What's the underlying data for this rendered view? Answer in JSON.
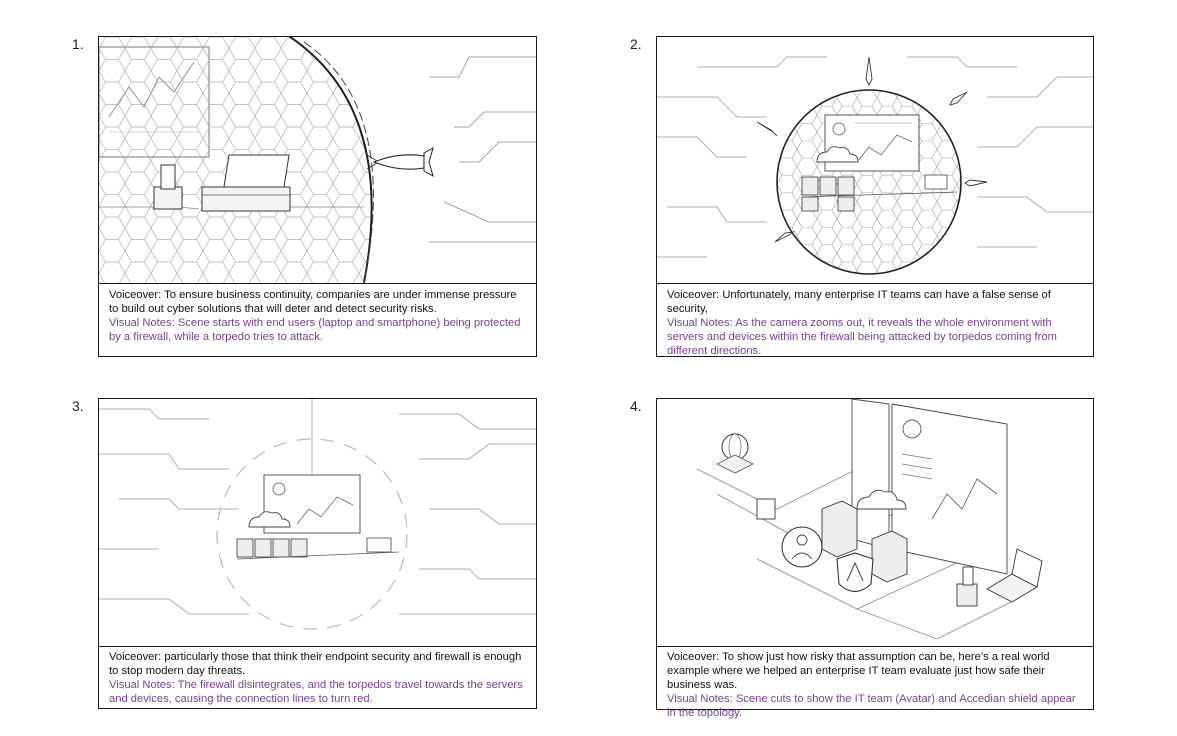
{
  "panels": [
    {
      "number": "1.",
      "voiceover": "Voiceover: To ensure business continuity, companies are under immense pressure to build out cyber solutions that will deter and detect security risks.",
      "visual_notes": "Visual Notes: Scene starts with end users (laptop and smartphone) being protected by a firewall, while a torpedo tries to attack."
    },
    {
      "number": "2.",
      "voiceover": "Voiceover: Unfortunately, many enterprise IT teams can have a false sense of security,",
      "visual_notes": "Visual Notes: As the camera zooms out, it reveals the whole environment with servers and devices within the firewall being attacked by torpedos coming from different directions."
    },
    {
      "number": "3.",
      "voiceover": "Voiceover: particularly those that  think their endpoint security and firewall is enough to stop modern day threats.",
      "visual_notes": "Visual Notes: The firewall disintegrates, and the torpedos travel towards the servers and devices, causing the connection lines to turn red."
    },
    {
      "number": "4.",
      "voiceover": "Voiceover: To show just how risky that assumption can be, here’s a real world example where we helped an enterprise IT team evaluate just how safe their business was.",
      "visual_notes": "Visual Notes: Scene cuts to show the IT team (Avatar) and Accedian shield appear in the topology."
    }
  ],
  "colors": {
    "visual_notes": "#7a3f93",
    "ink": "#1a1a1a",
    "sketch": "#8a8a8a"
  },
  "icons": {
    "panel_1": [
      "firewall-dome-icon",
      "torpedo-icon",
      "laptop-icon",
      "smartphone-icon",
      "chart-screen-icon"
    ],
    "panel_2": [
      "firewall-sphere-icon",
      "torpedo-icon",
      "server-icon",
      "cloud-icon",
      "dashboard-icon"
    ],
    "panel_3": [
      "broken-firewall-icon",
      "server-icon",
      "cloud-icon",
      "dashboard-icon"
    ],
    "panel_4": [
      "avatar-icon",
      "shield-icon",
      "server-icon",
      "cloud-icon",
      "dashboard-icon",
      "laptop-icon"
    ]
  }
}
